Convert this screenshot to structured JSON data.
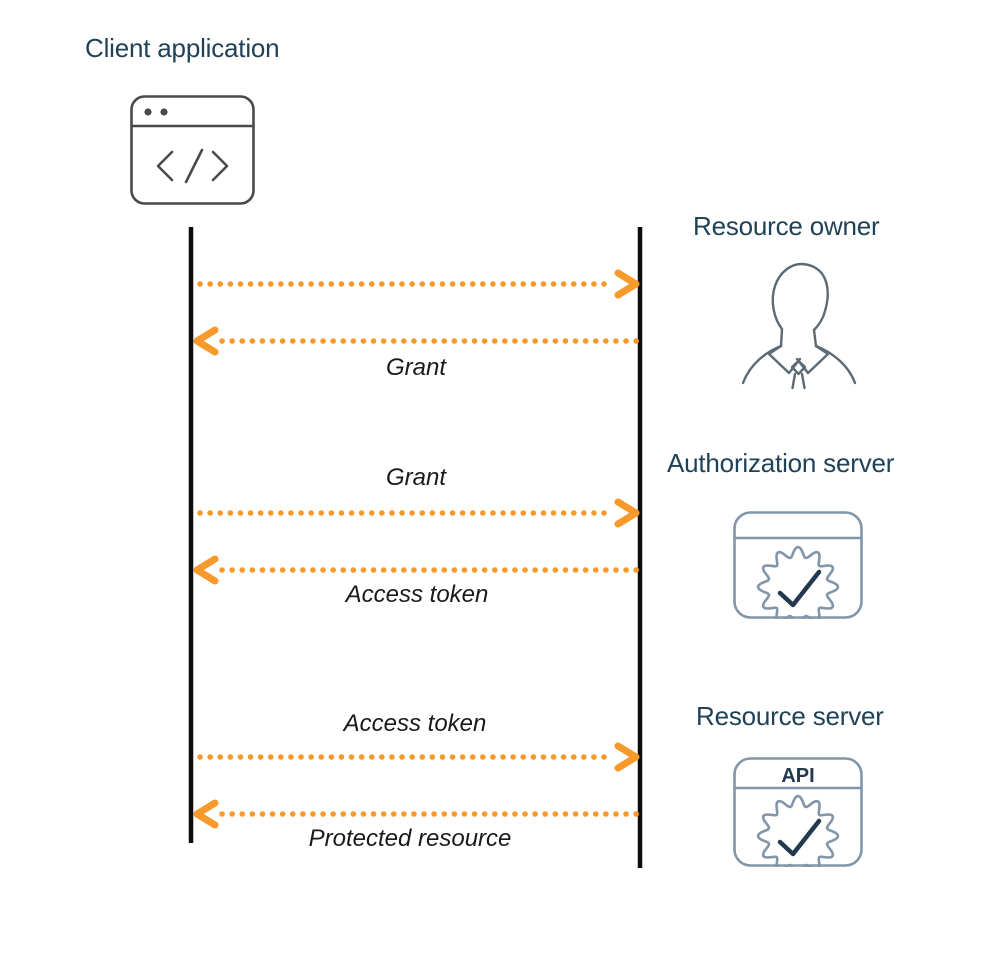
{
  "diagram": {
    "type": "sequence-diagram",
    "topic": "OAuth client application token flow"
  },
  "actors": {
    "client": {
      "label": "Client application",
      "icon": "browser-code-icon"
    },
    "resource_owner": {
      "label": "Resource owner",
      "icon": "person-icon"
    },
    "authorization_server": {
      "label": "Authorization server",
      "icon": "browser-gear-check-icon"
    },
    "resource_server": {
      "label": "Resource server",
      "icon": "browser-api-gear-check-icon",
      "api_badge": "API"
    }
  },
  "messages": [
    {
      "from": "client",
      "to": "resource_owner",
      "direction": "right",
      "label": ""
    },
    {
      "from": "resource_owner",
      "to": "client",
      "direction": "left",
      "label": "Grant"
    },
    {
      "from": "client",
      "to": "authorization_server",
      "direction": "right",
      "label": "Grant"
    },
    {
      "from": "authorization_server",
      "to": "client",
      "direction": "left",
      "label": "Access token"
    },
    {
      "from": "client",
      "to": "resource_server",
      "direction": "right",
      "label": "Access token"
    },
    {
      "from": "resource_server",
      "to": "client",
      "direction": "left",
      "label": "Protected resource"
    }
  ],
  "colors": {
    "arrow_orange": "#F7992B",
    "heading_text": "#1F4257",
    "message_label_text": "#1A1A1A",
    "lifeline": "#0D0D0D",
    "client_icon_stroke": "#4A4A4A",
    "person_icon_stroke": "#5C6A76",
    "server_icon_stroke": "#8295A9",
    "check_api_stroke": "#24384E",
    "background": "#FFFFFF"
  }
}
